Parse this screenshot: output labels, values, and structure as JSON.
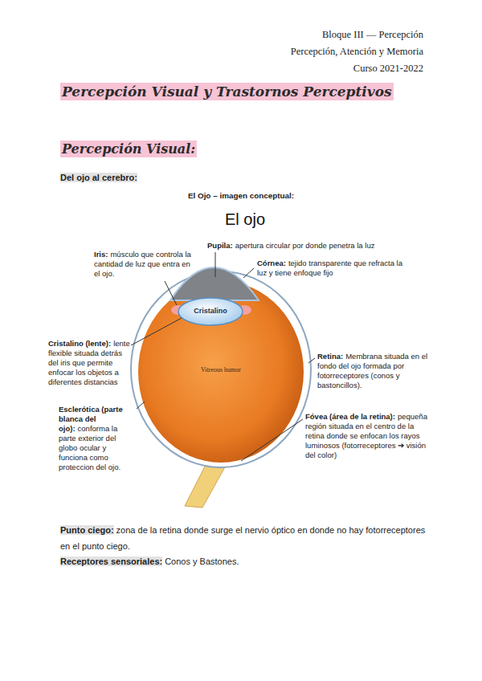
{
  "diagram": {
    "title": "Percepción Visual y Trastornos Perceptivos",
    "labels": [
      "Bloque III — Percepción",
      "Percepción, Atención y Memoria",
      "Curso 2021-2022",
      "Percepción Visual:",
      "Del ojo al cerebro:",
      "El Ojo – imagen conceptual:",
      "El ojo",
      "Pupila:",
      "apertura circular por donde penetra la luz",
      "Iris:",
      "músculo que controla la cantidad de luz que entra en el ojo.",
      "Córnea:",
      "tejido transparente que refracta la luz y tiene enfoque fijo",
      "Cristalino",
      "Vitreous humor",
      "Cristalino (lente):",
      "lente flexible situada detrás del iris que permite enfocar los objetos a diferentes distancias",
      "Retina:",
      "Membrana situada en el fondo del ojo formada por fotorreceptores (conos y bastoncillos).",
      "Esclerótica (parte blanca del ojo):",
      "conforma la parte exterior del globo ocular y funciona como proteccion del ojo.",
      "Fóvea (área de la retina):",
      "pequeña región situada en el centro de la retina donde se enfocan los rayos luminosos (fotorreceptores ➔ visión del color)",
      "Punto ciego:",
      "zona de la retina donde surge el nervio óptico en donde no hay fotorreceptores en el punto ciego.",
      "Receptores sensoriales:",
      "Conos y Bastones."
    ]
  }
}
